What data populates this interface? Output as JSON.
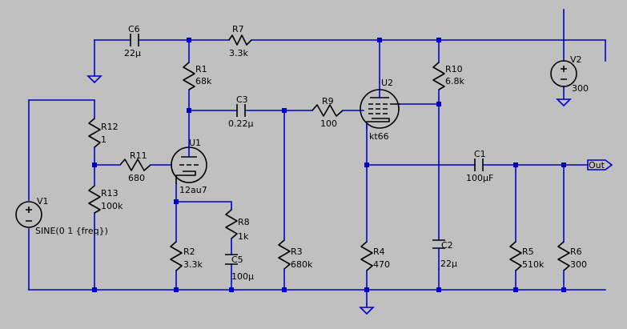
{
  "components": {
    "C6": {
      "name": "C6",
      "value": "22µ"
    },
    "R7": {
      "name": "R7",
      "value": "3.3k"
    },
    "R1": {
      "name": "R1",
      "value": "68k"
    },
    "C3": {
      "name": "C3",
      "value": "0.22µ"
    },
    "R9": {
      "name": "R9",
      "value": "100"
    },
    "R10": {
      "name": "R10",
      "value": "6.8k"
    },
    "V2": {
      "name": "V2",
      "value": "300"
    },
    "U2": {
      "name": "U2",
      "model": "kt66"
    },
    "R12": {
      "name": "R12",
      "value": "1"
    },
    "R11": {
      "name": "R11",
      "value": "680"
    },
    "U1": {
      "name": "U1",
      "model": "12au7"
    },
    "R13": {
      "name": "R13",
      "value": "100k"
    },
    "V1": {
      "name": "V1",
      "value": "SINE(0 1 {freq})"
    },
    "R8": {
      "name": "R8",
      "value": "1k"
    },
    "C5": {
      "name": "C5",
      "value": "100µ"
    },
    "R2": {
      "name": "R2",
      "value": "3.3k"
    },
    "R3": {
      "name": "R3",
      "value": "680k"
    },
    "R4": {
      "name": "R4",
      "value": "470"
    },
    "C2": {
      "name": "C2",
      "value": "22µ"
    },
    "C1": {
      "name": "C1",
      "value": "100µF"
    },
    "R5": {
      "name": "R5",
      "value": "510k"
    },
    "R6": {
      "name": "R6",
      "value": "300"
    }
  },
  "net_labels": {
    "out": "Out"
  },
  "colors": {
    "background": "#c0c0c0",
    "wire": "#0000cc",
    "component": "#000000",
    "junction": "#0000cc"
  }
}
